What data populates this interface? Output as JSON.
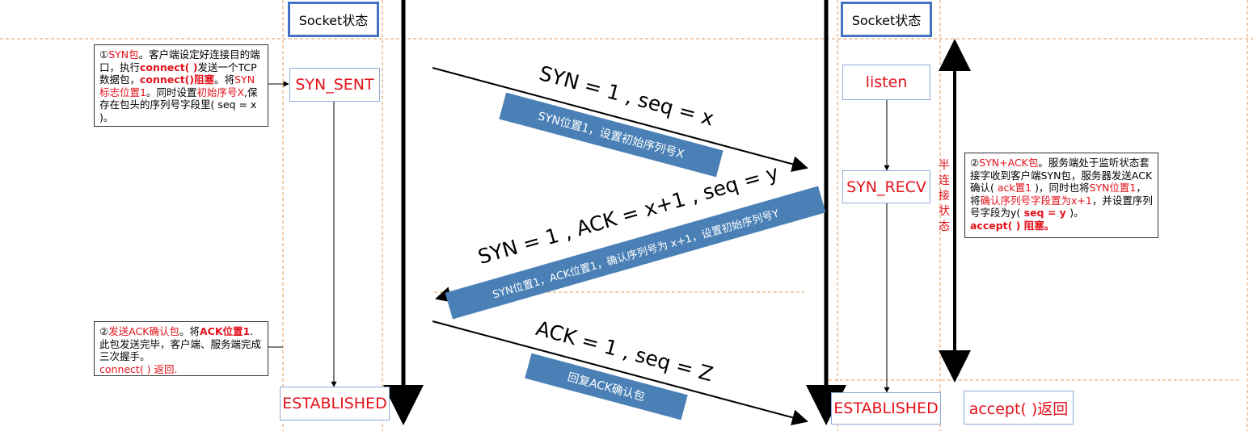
{
  "header": {
    "client_socket_state": "Socket状态",
    "server_socket_state": "Socket状态"
  },
  "client": {
    "syn_sent": "SYN_SENT",
    "established": "ESTABLISHED",
    "note1": {
      "p1": "①",
      "p2": "SYN包",
      "p3": "。客户端设定好连接目的端口，执行",
      "p4": "connect( )",
      "p5": "发送一个TCP数据包，",
      "p6": "connect()阻塞",
      "p7": "。将",
      "p8": "SYN标志位置1",
      "p9": "。同时设置",
      "p10": "初始序号X",
      "p11": ",保存在包头的序列号字段里( seq = x )。"
    },
    "note2": {
      "p1": "②",
      "p2": "发送ACK确认包",
      "p3": "。将",
      "p4": "ACK位置1",
      "p5": ".此包发送完毕，客户端、服务端完成三次握手。",
      "p6": "connect( ) 返回."
    }
  },
  "server": {
    "listen": "listen",
    "syn_recv": "SYN_RECV",
    "established": "ESTABLISHED",
    "accept_return": "accept( )返回",
    "half_conn": [
      "半",
      "连",
      "接",
      "状",
      "态"
    ],
    "note": {
      "p1": "②",
      "p2": "SYN+ACK包",
      "p3": "。服务端处于监听状态套接字收到客户端SYN包，服务器发送ACK确认(",
      "p4": " ack置1",
      "p5": " )，同时也将",
      "p6": "SYN位置1",
      "p7": "，将",
      "p8": "确认序列号字段置为x+1",
      "p9": "，并设置序列号字段为y(",
      "p10": " seq = y ",
      "p11": ")。",
      "p12": "accept( ) 阻塞。"
    }
  },
  "messages": [
    {
      "equation": "SYN = 1 , seq = x",
      "band": "SYN位置1，设置初始序列号X"
    },
    {
      "equation": "SYN = 1 , ACK = x+1 , seq = y",
      "band": "SYN位置1，ACK位置1，确认序列号为 x+1，设置初始序列号Y"
    },
    {
      "equation": "ACK = 1 , seq = Z",
      "band": "回复ACK确认包"
    }
  ],
  "colors": {
    "red": "#e3121b",
    "blue_band": "#4a80b5",
    "header_border": "#4472c4",
    "dashed": "#e39a5a"
  }
}
